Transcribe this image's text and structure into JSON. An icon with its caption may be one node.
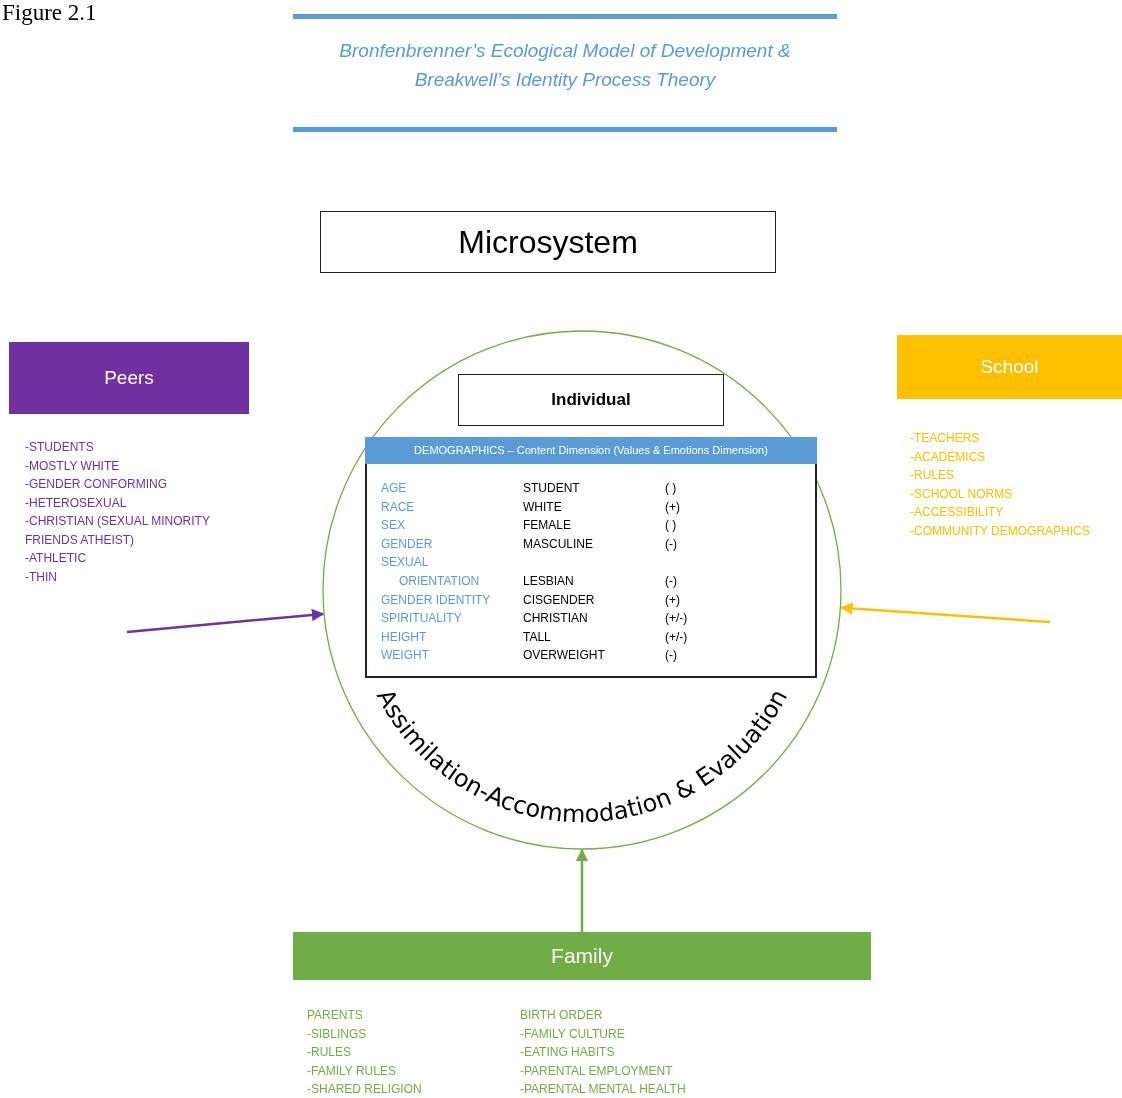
{
  "diagram": {
    "title": "Bronfenbrenner’s Ecological Model of Development & Breakwell’s Identity Process Theory",
    "nodes": [
      {
        "text": [
          "Microsystem"
        ]
      },
      {
        "text": [
          "Assimilation-Accommodation & Evaluation"
        ]
      },
      {
        "text": [
          "Individual"
        ],
        "in": 1
      },
      {
        "text": [
          "DEMOGRAPHICS – Content Dimension (Values & Emotions Dimension)"
        ],
        "in": 1
      },
      {
        "text": [
          "Peers"
        ],
        "beside": [
          "-STUDENTS",
          "-MOSTLY WHITE",
          "-GENDER CONFORMING",
          "-HETEROSEXUAL",
          "-CHRISTIAN (SEXUAL MINORITY FRIENDS ATHEIST)",
          "-ATHLETIC",
          "-THIN"
        ]
      },
      {
        "text": [
          "School"
        ],
        "beside": [
          "-TEACHERS",
          "-ACADEMICS",
          "-RULES",
          "-SCHOOL NORMS",
          "-ACCESSIBILITY",
          "-COMMUNITY DEMOGRAPHICS"
        ]
      },
      {
        "text": [
          "Family"
        ],
        "beside": [
          "PARENTS",
          "-SIBLINGS",
          "-RULES",
          "-FAMILY RULES",
          "-SHARED RELIGION",
          "BIRTH ORDER",
          "-FAMILY CULTURE",
          "-EATING HABITS",
          "-PARENTAL EMPLOYMENT",
          "-PARENTAL MENTAL HEALTH"
        ]
      }
    ],
    "edges": [
      {
        "from": null,
        "to": 1,
        "arrow": "to",
        "color": "#7030a0"
      },
      {
        "from": null,
        "to": 1,
        "arrow": "to",
        "color": "#ffc000"
      },
      {
        "from": 6,
        "to": 1,
        "arrow": "to",
        "color": "#70ad47"
      }
    ],
    "labels": [
      "Figure 2.1",
      "AGE",
      "STUDENT",
      "( )",
      "RACE",
      "WHITE",
      "(+)",
      "SEX",
      "FEMALE",
      "( )",
      "GENDER",
      "MASCULINE",
      "(-)",
      "SEXUAL ORIENTATION",
      "LESBIAN",
      "(-)",
      "GENDER IDENTITY",
      "CISGENDER",
      "(+)",
      "SPIRITUALITY",
      "CHRISTIAN",
      "(+/-)",
      "HEIGHT",
      "TALL",
      "(+/-)",
      "WEIGHT",
      "OVERWEIGHT",
      "(-)"
    ]
  }
}
